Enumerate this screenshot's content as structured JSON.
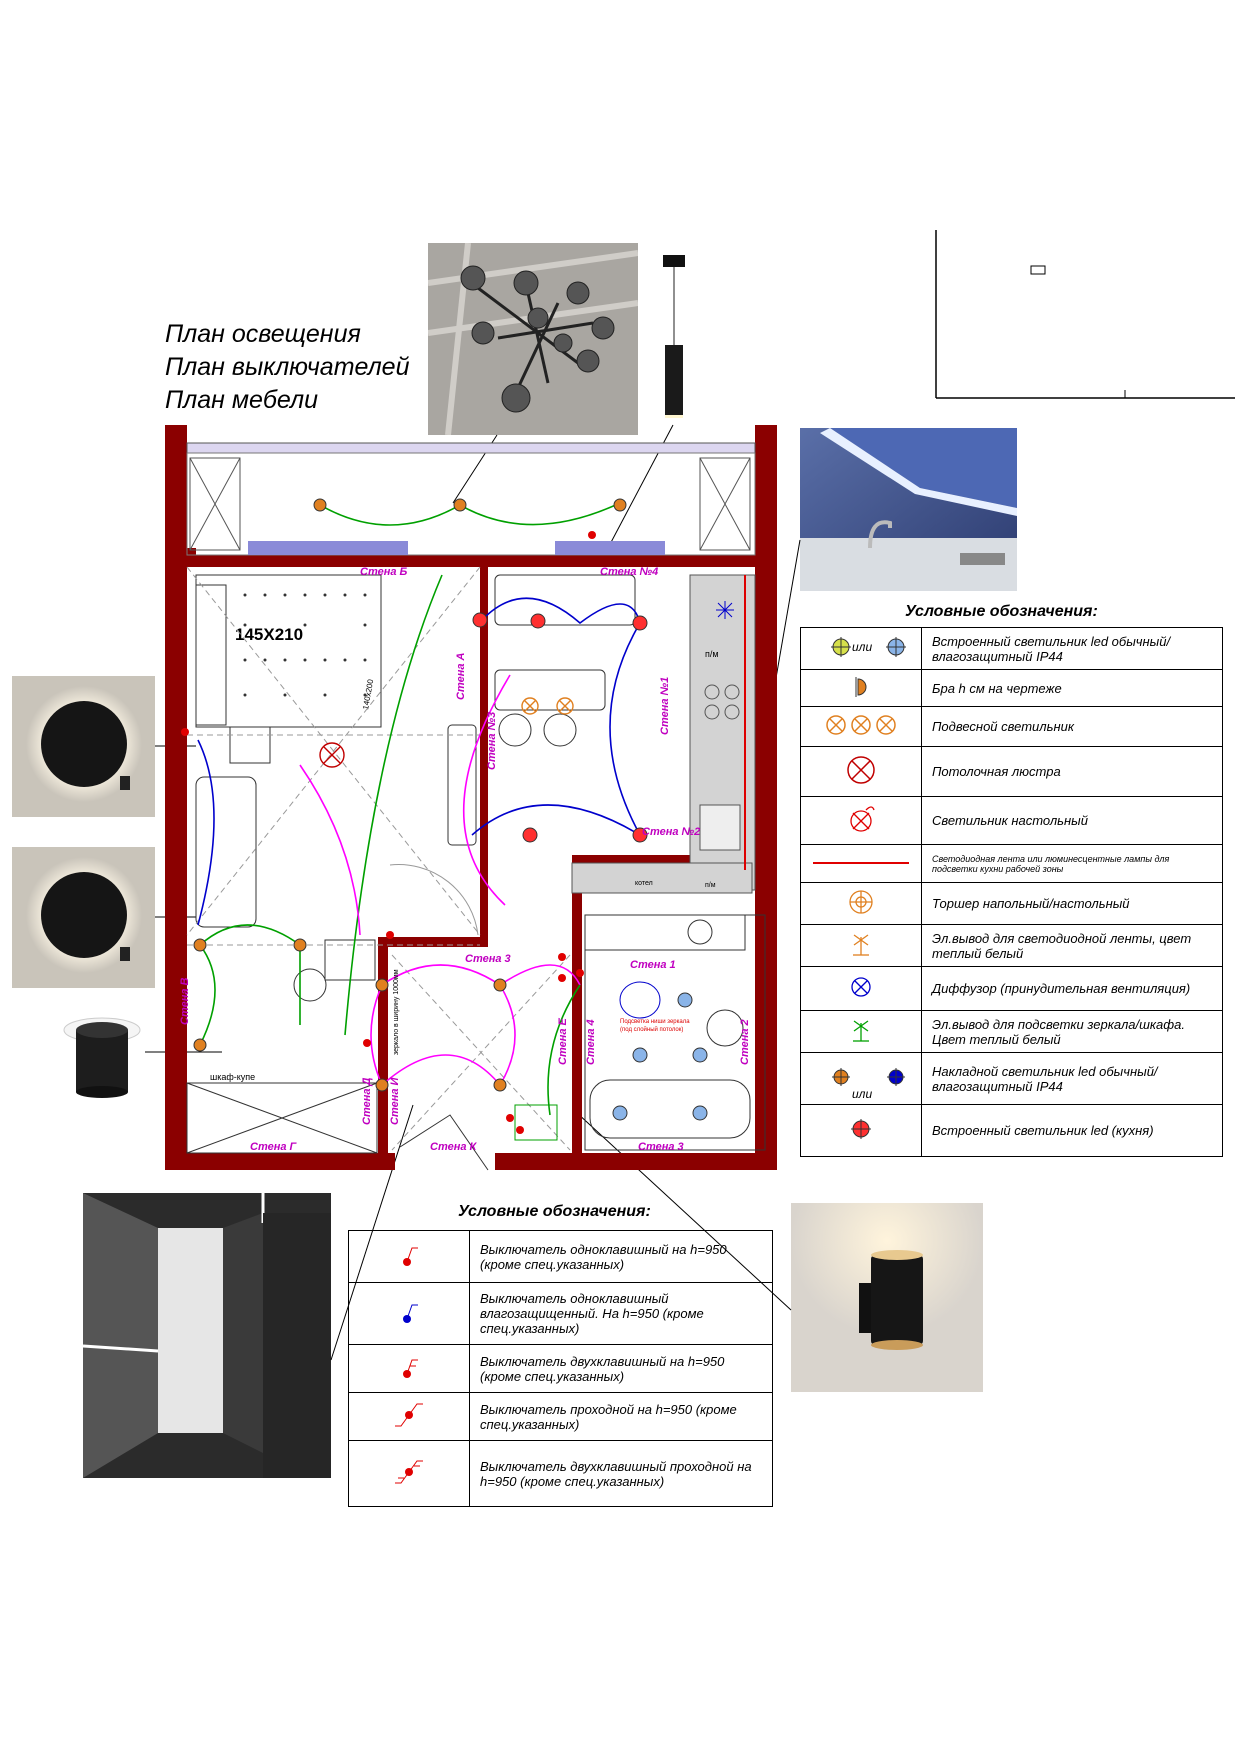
{
  "titles": [
    "План освещения",
    "План выключателей",
    "План мебели"
  ],
  "plan": {
    "bed_label": "145X210",
    "bed_size_note": "140х200",
    "wardrobe_label": "шкаф-купе",
    "mirror_note": "зеркало в ширину 1000мм",
    "boiler_label": "котел",
    "pm_label": "п/м",
    "pmm_label": "п/м",
    "bath_note_1": "Подсветка ниши зеркала",
    "bath_note_2": "(под слойный потолок)",
    "walls": {
      "stena_b": "Стена Б",
      "stena_b4": "Стена №4",
      "stena_a": "Стена А",
      "stena_n3": "Стена №3",
      "stena_n1": "Стена №1",
      "stena_n2": "Стена №2",
      "stena_v": "Стена В",
      "stena_g": "Стена Г",
      "stena_d": "Стена Д",
      "stena_i": "Стена И",
      "stena_k": "Стена К",
      "stena_3": "Стена 3",
      "stena_e": "Стена Е",
      "stena_4": "Стена 4",
      "stena_2": "Стена 2",
      "stena_3b": "Стена 3",
      "stena_1": "Стена 1"
    }
  },
  "lighting_legend": {
    "title": "Условные обозначения:",
    "rows": [
      {
        "icon": "recessed-led-icon",
        "symbol_text": "или",
        "text": "Встроенный светильник led обычный/влагозащитный IP44"
      },
      {
        "icon": "sconce-icon",
        "symbol_text": "",
        "text": "Бра h см на чертеже"
      },
      {
        "icon": "pendant-light-icon",
        "symbol_text": "",
        "text": "Подвесной  светильник"
      },
      {
        "icon": "chandelier-icon",
        "symbol_text": "",
        "text": "Потолочная люстра"
      },
      {
        "icon": "table-lamp-icon",
        "symbol_text": "",
        "text": "Светильник настольный"
      },
      {
        "icon": "led-strip-icon",
        "symbol_text": "",
        "text": "Светодиодная лента или люминесцентные лампы для подсветки кухни рабочей зоны"
      },
      {
        "icon": "floor-lamp-icon",
        "symbol_text": "",
        "text": "Торшер напольный/настольный"
      },
      {
        "icon": "led-outlet-icon",
        "symbol_text": "",
        "text": "Эл.вывод для светодиодной ленты, цвет теплый белый"
      },
      {
        "icon": "diffuser-icon",
        "symbol_text": "",
        "text": "Диффузор  (принудительная вентиляция)"
      },
      {
        "icon": "mirror-outlet-icon",
        "symbol_text": "",
        "text": "Эл.вывод для подсветки зеркала/шкафа. Цвет теплый белый"
      },
      {
        "icon": "surface-led-icon",
        "symbol_text": "или",
        "text": "Накладной светильник led обычный/влагозащитный IP44"
      },
      {
        "icon": "kitchen-recessed-icon",
        "symbol_text": "",
        "text": "Встроенный светильник led (кухня)"
      }
    ]
  },
  "switch_legend": {
    "title": "Условные обозначения:",
    "rows": [
      {
        "icon": "single-switch-icon",
        "text": "Выключатель одноклавишный на h=950 (кроме спец.указанных)"
      },
      {
        "icon": "wet-switch-icon",
        "text": "Выключатель одноклавишный влагозащищенный. На h=950 (кроме спец.указанных)"
      },
      {
        "icon": "double-switch-icon",
        "text": "Выключатель двухклавишный на h=950 (кроме спец.указанных)"
      },
      {
        "icon": "pass-switch-icon",
        "text": "Выключатель проходной на h=950 (кроме спец.указанных)"
      },
      {
        "icon": "double-pass-switch-icon",
        "text": "Выключатель двухклавишный проходной на h=950 (кроме спец.указанных)"
      }
    ]
  },
  "colors": {
    "wall": "#8b0000",
    "green_wire": "#00a000",
    "blue_wire": "#0000cc",
    "magenta_wire": "#ff00ff",
    "switch_red": "#e00000"
  }
}
